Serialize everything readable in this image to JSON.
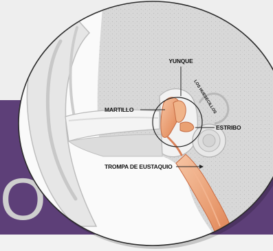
{
  "slide": {
    "title_fragment": "O"
  },
  "diagram": {
    "labels": {
      "incus": "YUNQUE",
      "malleus": "MARTILLO",
      "stapes": "ESTRIBO",
      "eustachian_tube": "TROMPA DE EUSTAQUIO",
      "ossicles": "LOS HUESECILLOS"
    }
  }
}
